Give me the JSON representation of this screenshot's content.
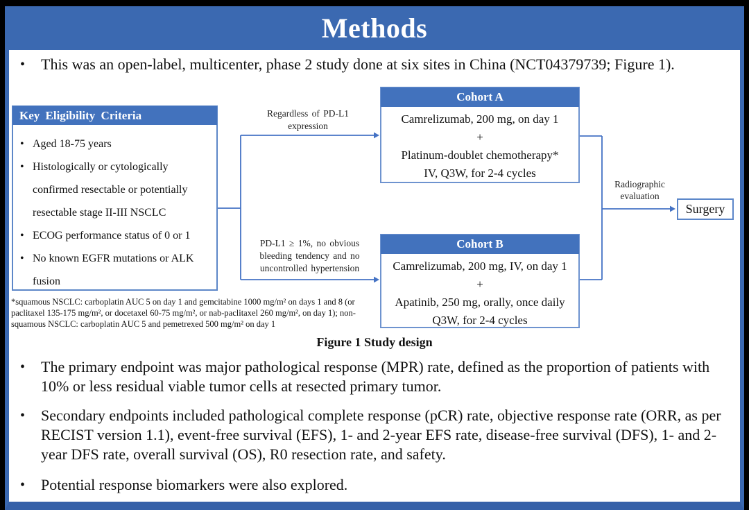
{
  "title": "Methods",
  "intro_bullet": "This was an open-label, multicenter, phase 2 study done at six sites in China (NCT04379739; Figure 1).",
  "figure": {
    "eligibility": {
      "header": "Key Eligibility Criteria",
      "items": [
        "Aged 18-75 years",
        "Histologically or cytologically confirmed resectable or potentially resectable stage II-III NSCLC",
        "ECOG performance status of 0 or 1",
        "No known EGFR mutations or ALK fusion"
      ]
    },
    "branch_label_a": [
      "Regardless of PD-L1",
      "expression"
    ],
    "branch_label_b": [
      "PD-L1 ≥ 1%, no obvious",
      "bleeding tendency and no",
      "uncontrolled hypertension"
    ],
    "cohort_a": {
      "header": "Cohort A",
      "lines": [
        "Camrelizumab, 200 mg, on day 1",
        "+",
        "Platinum-doublet chemotherapy*",
        "IV, Q3W, for 2-4 cycles"
      ]
    },
    "cohort_b": {
      "header": "Cohort B",
      "lines": [
        "Camrelizumab, 200 mg, IV, on day 1",
        "+",
        "Apatinib, 250 mg, orally, once daily",
        "Q3W, for 2-4 cycles"
      ]
    },
    "evaluation_label": [
      "Radiographic",
      "evaluation"
    ],
    "surgery_label": "Surgery",
    "footnote": "*squamous NSCLC: carboplatin AUC 5 on day 1 and gemcitabine 1000 mg/m² on days 1 and 8 (or paclitaxel 135-175 mg/m², or docetaxel 60-75 mg/m², or nab-paclitaxel 260 mg/m², on day 1); non-squamous NSCLC: carboplatin AUC 5 and pemetrexed 500 mg/m² on day 1",
    "caption": "Figure 1 Study design"
  },
  "bullets": [
    "The primary endpoint was major pathological response (MPR) rate, defined as the proportion of patients with 10% or less residual viable tumor cells at resected primary tumor.",
    "Secondary endpoints included pathological complete response (pCR) rate, objective response rate (ORR, as per RECIST version 1.1), event-free survival (EFS), 1- and 2-year EFS rate, disease-free survival (DFS), 1- and 2-year DFS rate, overall survival (OS), R0 resection rate, and safety.",
    "Potential response biomarkers were also explored."
  ],
  "colors": {
    "banner_blue": "#3b69b1",
    "header_fill_blue": "#4272bd",
    "box_border_blue": "#6e93cf",
    "connector_blue": "#4472c4"
  }
}
